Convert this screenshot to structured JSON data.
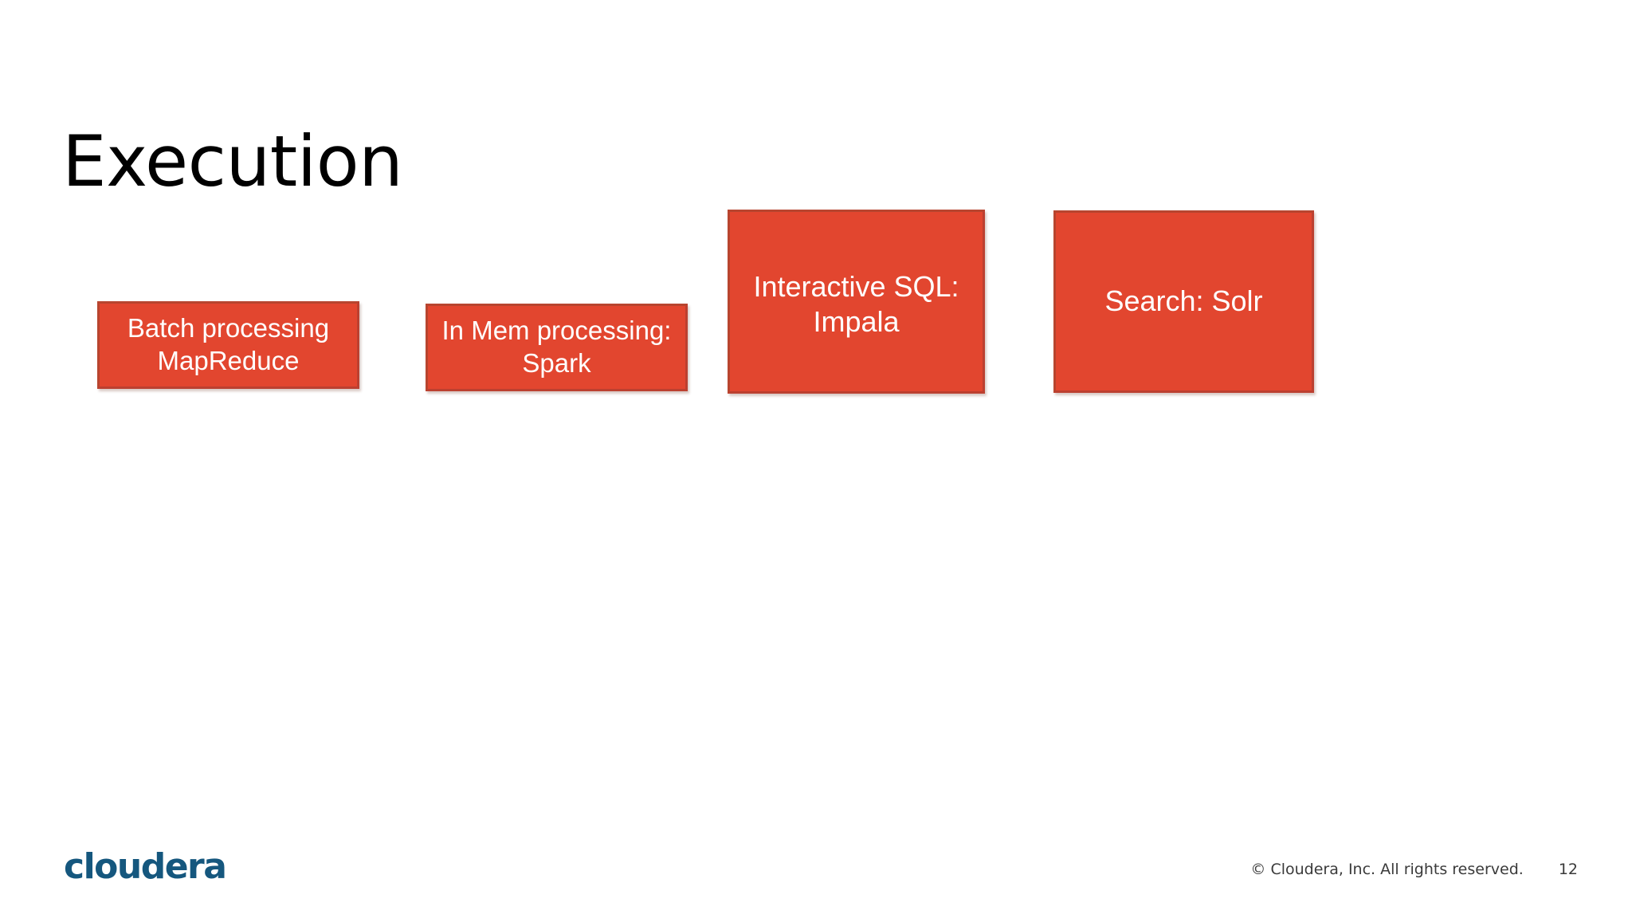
{
  "slide": {
    "title": "Execution",
    "background_color": "#FFFFFF",
    "page_number": "12"
  },
  "boxes": [
    {
      "label": "Batch processing\nMapReduce",
      "fill": "#E2462F",
      "text_color": "#FFFFFF",
      "name": "batch-processing-mapreduce"
    },
    {
      "label": "In Mem processing:\nSpark",
      "fill": "#E2462F",
      "text_color": "#FFFFFF",
      "name": "in-mem-processing-spark"
    },
    {
      "label": "Interactive SQL:\nImpala",
      "fill": "#E2462F",
      "text_color": "#FFFFFF",
      "name": "interactive-sql-impala"
    },
    {
      "label": "Search: Solr",
      "fill": "#E2462F",
      "text_color": "#FFFFFF",
      "name": "search-solr"
    }
  ],
  "footer": {
    "logo_text": "cloudera",
    "logo_color": "#15577E",
    "copyright": "© Cloudera, Inc. All rights reserved.",
    "page_number": "12"
  }
}
